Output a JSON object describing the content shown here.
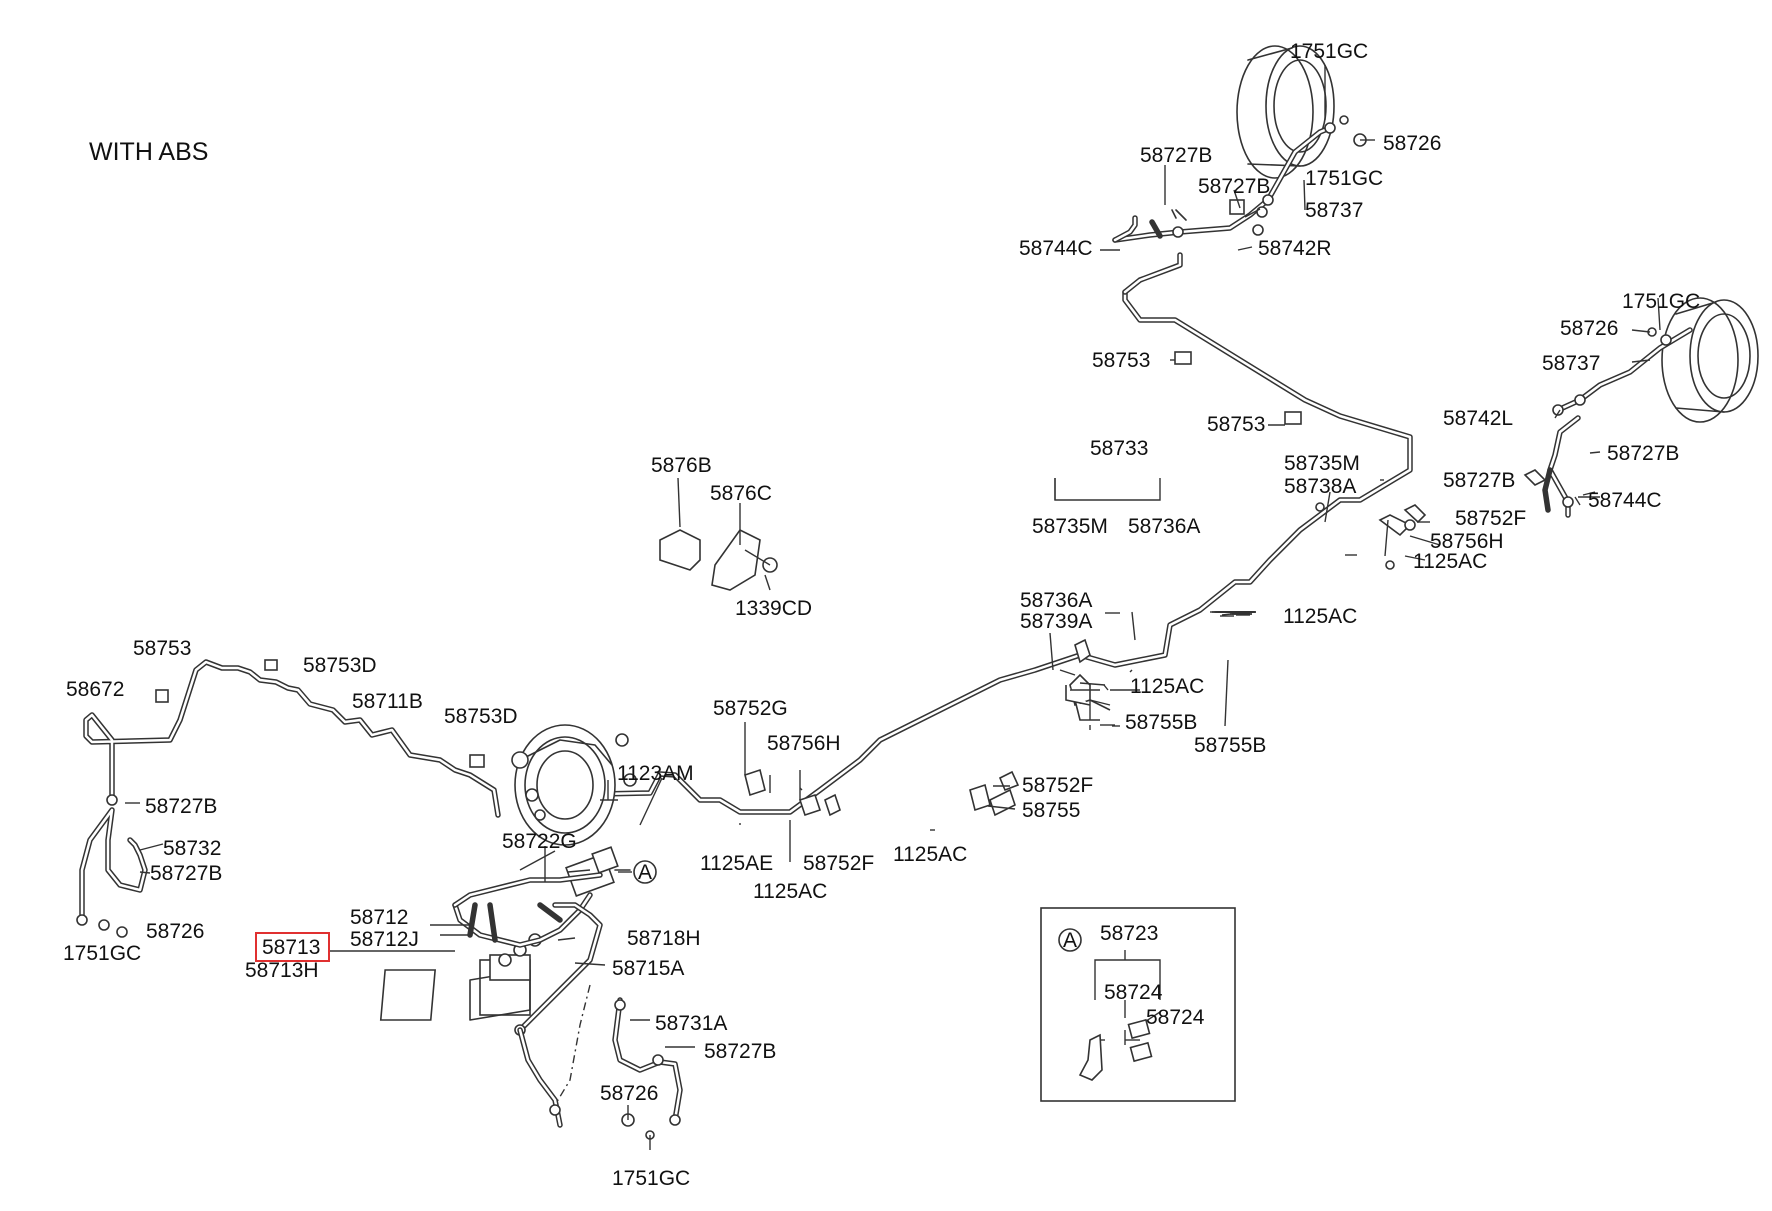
{
  "header": {
    "title": "WITH ABS"
  },
  "highlight_color": "#e03030",
  "detail_view": {
    "ref_letter": "A"
  },
  "callout_ref_letter": "A",
  "labels": [
    {
      "key": "l01",
      "text": "1751GC"
    },
    {
      "key": "l02",
      "text": "58726"
    },
    {
      "key": "l03",
      "text": "58727B"
    },
    {
      "key": "l04",
      "text": "58727B"
    },
    {
      "key": "l05",
      "text": "1751GC"
    },
    {
      "key": "l06",
      "text": "58737"
    },
    {
      "key": "l07",
      "text": "58744C"
    },
    {
      "key": "l08",
      "text": "58742R"
    },
    {
      "key": "l09",
      "text": "1751GC"
    },
    {
      "key": "l10",
      "text": "58726"
    },
    {
      "key": "l11",
      "text": "58737"
    },
    {
      "key": "l12",
      "text": "58753"
    },
    {
      "key": "l13",
      "text": "58742L"
    },
    {
      "key": "l14",
      "text": "58753"
    },
    {
      "key": "l15",
      "text": "58727B"
    },
    {
      "key": "l16",
      "text": "58733"
    },
    {
      "key": "l17",
      "text": "58735M"
    },
    {
      "key": "l18",
      "text": "58738A"
    },
    {
      "key": "l19",
      "text": "58727B"
    },
    {
      "key": "l20",
      "text": "58744C"
    },
    {
      "key": "l21",
      "text": "58735M"
    },
    {
      "key": "l22",
      "text": "58736A"
    },
    {
      "key": "l23",
      "text": "58752F"
    },
    {
      "key": "l24",
      "text": "58756H"
    },
    {
      "key": "l25",
      "text": "1125AC"
    },
    {
      "key": "l26",
      "text": "5876B"
    },
    {
      "key": "l27",
      "text": "5876C"
    },
    {
      "key": "l28",
      "text": "1339CD"
    },
    {
      "key": "l29",
      "text": "58736A"
    },
    {
      "key": "l30",
      "text": "58739A"
    },
    {
      "key": "l31",
      "text": "1125AC"
    },
    {
      "key": "l32",
      "text": "58753"
    },
    {
      "key": "l33",
      "text": "58753D"
    },
    {
      "key": "l34",
      "text": "58672"
    },
    {
      "key": "l35",
      "text": "58711B"
    },
    {
      "key": "l36",
      "text": "58753D"
    },
    {
      "key": "l37",
      "text": "1125AC"
    },
    {
      "key": "l38",
      "text": "58755B"
    },
    {
      "key": "l39",
      "text": "58755B"
    },
    {
      "key": "l40",
      "text": "58752G"
    },
    {
      "key": "l41",
      "text": "58756H"
    },
    {
      "key": "l42",
      "text": "1123AM"
    },
    {
      "key": "l43",
      "text": "58752F"
    },
    {
      "key": "l44",
      "text": "58755"
    },
    {
      "key": "l45",
      "text": "58727B"
    },
    {
      "key": "l46",
      "text": "58732"
    },
    {
      "key": "l47",
      "text": "58727B"
    },
    {
      "key": "l48",
      "text": "58722G"
    },
    {
      "key": "l49",
      "text": "1125AE"
    },
    {
      "key": "l50",
      "text": "58752F"
    },
    {
      "key": "l51",
      "text": "1125AC"
    },
    {
      "key": "l52",
      "text": "1125AC"
    },
    {
      "key": "l53",
      "text": "58712"
    },
    {
      "key": "l54",
      "text": "58712J"
    },
    {
      "key": "l55",
      "text": "58718H"
    },
    {
      "key": "l56",
      "text": "58726"
    },
    {
      "key": "l57",
      "text": "1751GC"
    },
    {
      "key": "l58",
      "text": "58713"
    },
    {
      "key": "l59",
      "text": "58713H"
    },
    {
      "key": "l60",
      "text": "58715A"
    },
    {
      "key": "l61",
      "text": "58731A"
    },
    {
      "key": "l62",
      "text": "58727B"
    },
    {
      "key": "l63",
      "text": "58726"
    },
    {
      "key": "l64",
      "text": "1751GC"
    },
    {
      "key": "l65",
      "text": "58723"
    },
    {
      "key": "l66",
      "text": "58724"
    },
    {
      "key": "l67",
      "text": "58724"
    }
  ]
}
